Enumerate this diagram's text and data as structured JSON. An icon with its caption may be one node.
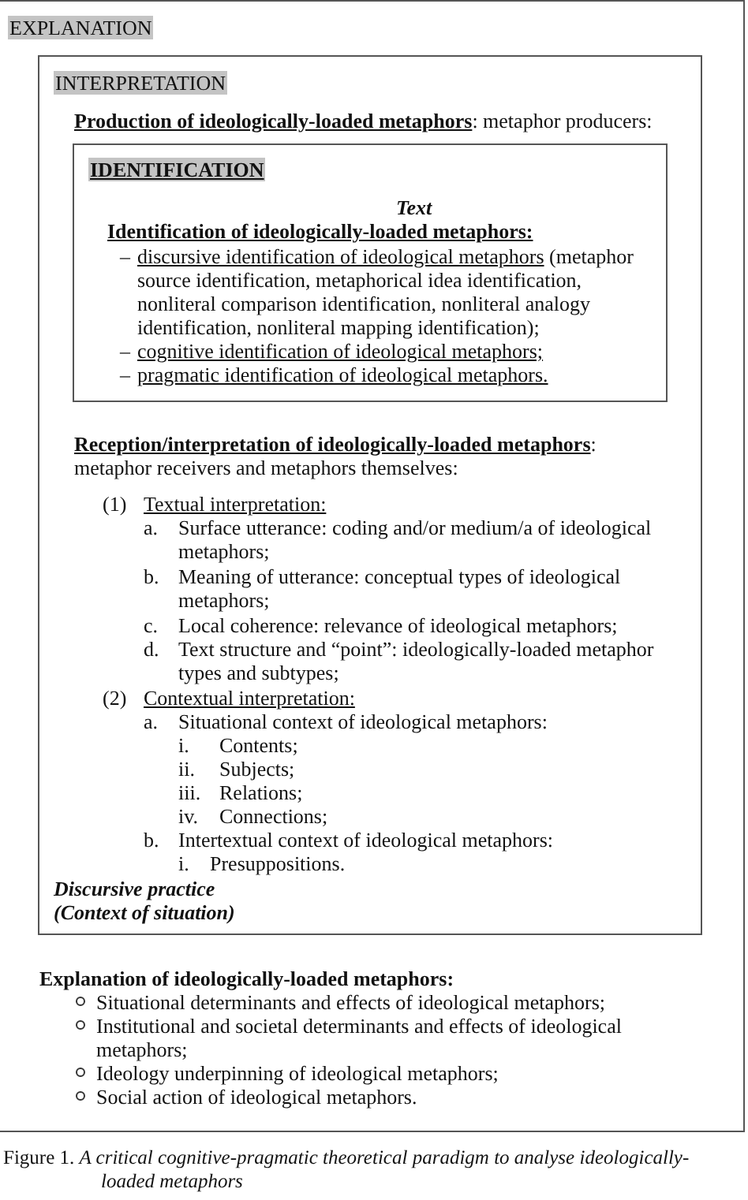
{
  "diagram": {
    "nodes": [
      {
        "text": [
          "EXPLANATION",
          "Explanation of ideologically-loaded metaphors:",
          "Situational determinants and effects of ideological metaphors;",
          "Institutional and societal determinants and effects of ideological metaphors;",
          "Ideology underpinning of ideological metaphors;",
          "Social action of ideological metaphors."
        ]
      },
      {
        "text": [
          "INTERPRETATION",
          "**Production of ideologically-loaded metaphors**: metaphor producers:",
          "**Reception/interpretation of ideologically-loaded metaphors**: metaphor receivers and metaphors themselves:",
          "(1) Textual interpretation:",
          "a. Surface utterance: coding and/or medium/a of ideological metaphors;",
          "b. Meaning of utterance: conceptual types of ideological metaphors;",
          "c. Local coherence: relevance of ideological metaphors;",
          "d. Text structure and “point”: ideologically-loaded metaphor types and subtypes;",
          "(2) Contextual interpretation:",
          "a. Situational context of ideological metaphors:",
          "i. Contents;",
          "ii. Subjects;",
          "iii. Relations;",
          "iv. Connections;",
          "b. Intertextual context of ideological metaphors:",
          "i. Presuppositions.",
          "Discursive practice",
          "(Context of situation)"
        ],
        "in": 0
      },
      {
        "text": [
          "IDENTIFICATION",
          "Text",
          "Identification of ideologically-loaded metaphors:",
          "– discursive identification of ideological metaphors (metaphor source identification, metaphorical idea identification, nonliteral comparison identification, nonliteral analogy identification, nonliteral mapping identification);",
          "– cognitive identification of ideological metaphors;",
          "– pragmatic identification of ideological metaphors."
        ],
        "in": 1
      }
    ],
    "caption": "Figure 1. *A critical cognitive-pragmatic theoretical paradigm to analyse ideologically-loaded metaphors*"
  }
}
